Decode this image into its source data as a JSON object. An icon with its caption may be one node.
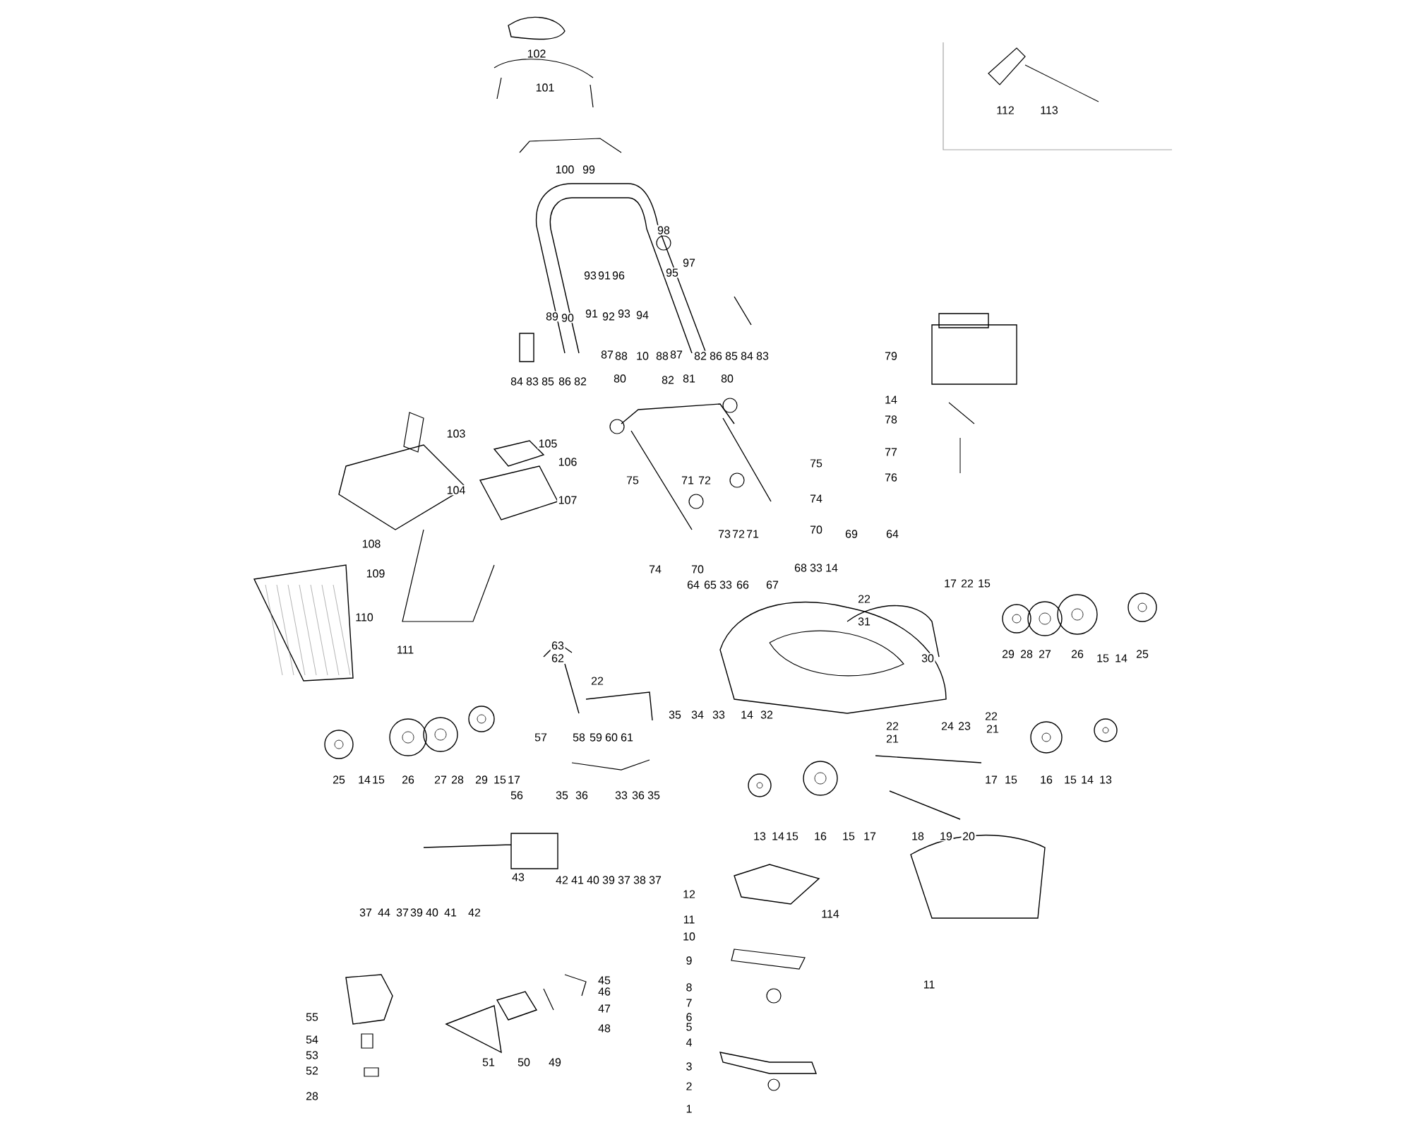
{
  "diagram": {
    "labels": [
      "102",
      "101",
      "100",
      "99",
      "112",
      "113",
      "98",
      "97",
      "93",
      "91",
      "96",
      "95",
      "89",
      "90",
      "91",
      "92",
      "93",
      "94",
      "79",
      "84",
      "83",
      "85",
      "86",
      "82",
      "87",
      "88",
      "10",
      "88",
      "87",
      "82",
      "86",
      "85",
      "84",
      "83",
      "80",
      "82",
      "81",
      "80",
      "14",
      "78",
      "77",
      "76",
      "103",
      "105",
      "106",
      "107",
      "104",
      "75",
      "75",
      "71",
      "72",
      "74",
      "73",
      "72",
      "71",
      "70",
      "74",
      "70",
      "108",
      "109",
      "69",
      "64",
      "64",
      "65",
      "33",
      "66",
      "67",
      "68",
      "33",
      "14",
      "17",
      "22",
      "15",
      "110",
      "22",
      "31",
      "63",
      "62",
      "111",
      "30",
      "29",
      "28",
      "27",
      "26",
      "15",
      "14",
      "25",
      "22",
      "35",
      "34",
      "33",
      "14",
      "32",
      "22",
      "22",
      "21",
      "24",
      "23",
      "21",
      "57",
      "58",
      "59",
      "60",
      "61",
      "25",
      "14",
      "15",
      "26",
      "27",
      "28",
      "29",
      "15",
      "17",
      "17",
      "15",
      "16",
      "15",
      "14",
      "13",
      "56",
      "35",
      "36",
      "33",
      "36",
      "35",
      "13",
      "14",
      "15",
      "16",
      "15",
      "17",
      "18",
      "19",
      "20",
      "37",
      "44",
      "37",
      "39",
      "40",
      "41",
      "42",
      "43",
      "42",
      "41",
      "40",
      "39",
      "37",
      "38",
      "37",
      "12",
      "114",
      "11",
      "10",
      "9",
      "8",
      "7",
      "6",
      "5",
      "4",
      "3",
      "2",
      "1",
      "11",
      "45",
      "46",
      "47",
      "48",
      "55",
      "54",
      "53",
      "52",
      "28",
      "51",
      "50",
      "49"
    ]
  }
}
